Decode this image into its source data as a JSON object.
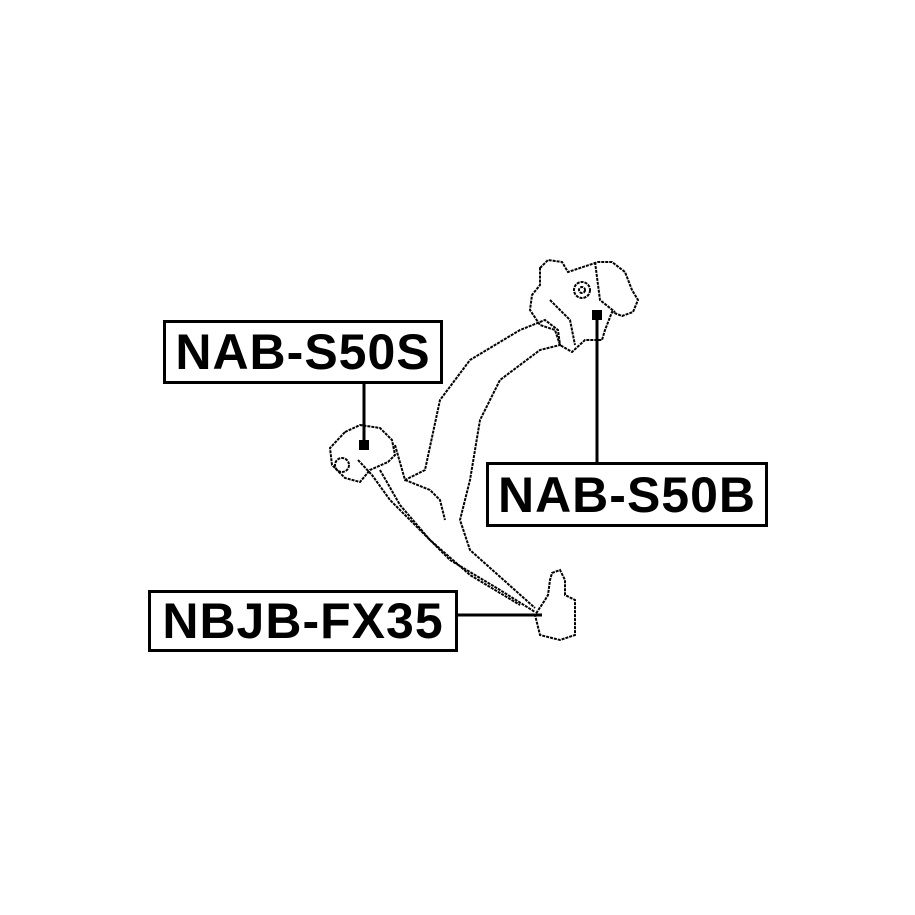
{
  "labels": {
    "upper_bushing": "NAB-S50S",
    "rear_bushing": "NAB-S50B",
    "ball_joint": "NBJB-FX35"
  },
  "colors": {
    "line": "#000000",
    "background": "#ffffff"
  }
}
